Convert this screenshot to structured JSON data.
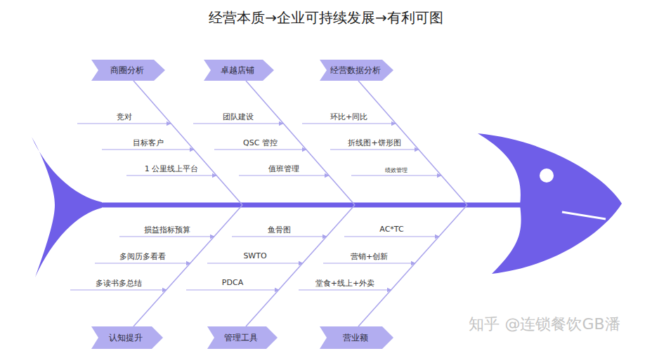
{
  "diagram": {
    "title": "经营本质→企业可持续发展→有利可图",
    "nodes": [
      {
        "text": [
          "商圈分析"
        ]
      },
      {
        "text": [
          "卓越店铺"
        ]
      },
      {
        "text": [
          "经营数据分析"
        ]
      },
      {
        "text": [
          "认知提升"
        ]
      },
      {
        "text": [
          "管理工具"
        ]
      },
      {
        "text": [
          "营业额"
        ]
      }
    ],
    "labels": [
      "竞对",
      "目标客户",
      "1 公里线上平台",
      "团队建设",
      "QSC 管控",
      "值班管理",
      "环比+同比",
      "折线图+饼形图",
      "绩效管理",
      "损益指标预算",
      "多阅历多看看",
      "多读书多总结",
      "鱼骨图",
      "SWTO",
      "PDCA",
      "AC*TC",
      "营销+创新",
      "堂食+线上+外卖",
      "知乎 @连锁餐饮GB潘"
    ]
  }
}
